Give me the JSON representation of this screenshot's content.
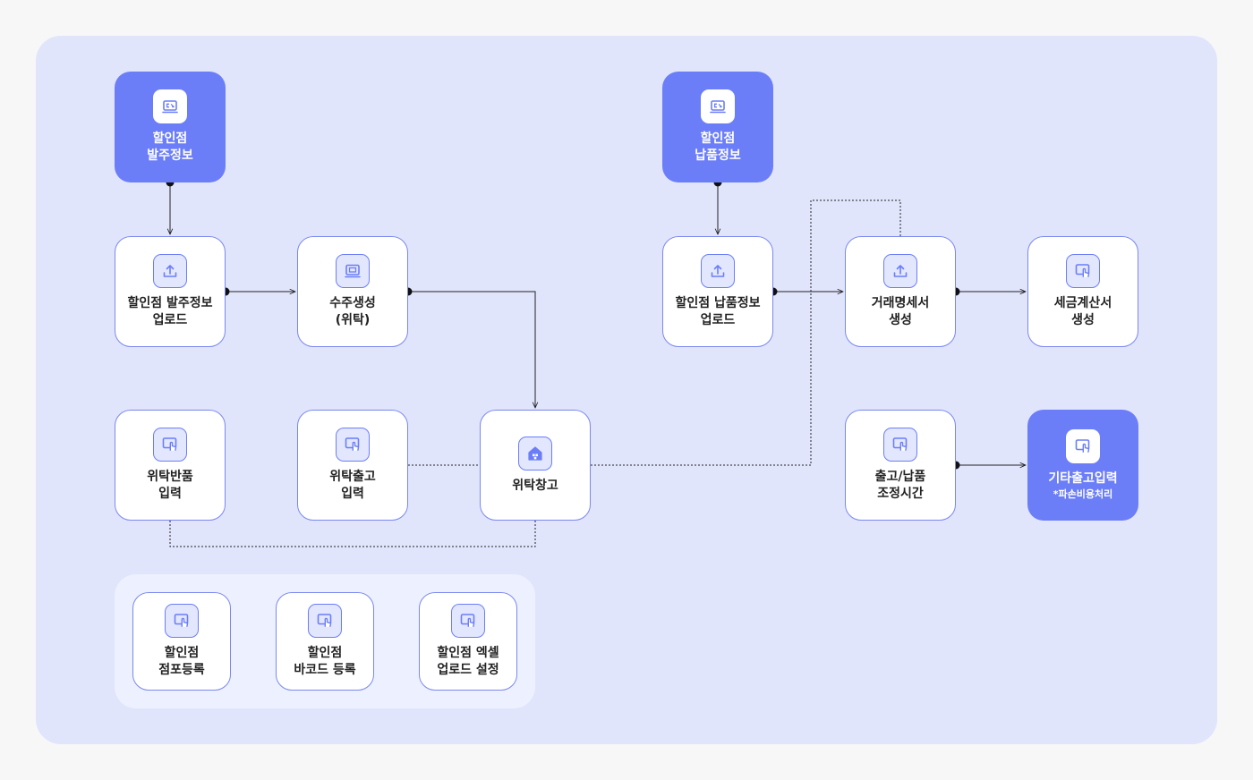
{
  "nodes": {
    "store_order_info": {
      "l1": "할인점",
      "l2": "발주정보"
    },
    "store_order_upload": {
      "l1": "할인점 발주정보",
      "l2": "업로드"
    },
    "order_create": {
      "l1": "수주생성",
      "l2": "(위탁)"
    },
    "store_delivery_info": {
      "l1": "할인점",
      "l2": "납품정보"
    },
    "store_delivery_upload": {
      "l1": "할인점 납품정보",
      "l2": "업로드"
    },
    "statement_create": {
      "l1": "거래명세서",
      "l2": "생성"
    },
    "tax_invoice_create": {
      "l1": "세금계산서",
      "l2": "생성"
    },
    "consign_return": {
      "l1": "위탁반품",
      "l2": "입력"
    },
    "consign_release": {
      "l1": "위탁출고",
      "l2": "입력"
    },
    "consign_warehouse": {
      "l1": "위탁창고"
    },
    "release_time_adjust": {
      "l1": "출고/납품",
      "l2": "조정시간"
    },
    "etc_release": {
      "l1": "기타출고입력",
      "l2": "*파손비용처리"
    },
    "store_register": {
      "l1": "할인점",
      "l2": "점포등록"
    },
    "store_barcode": {
      "l1": "할인점",
      "l2": "바코드 등록"
    },
    "store_excel": {
      "l1": "할인점 엑셀",
      "l2": "업로드 설정"
    }
  },
  "colors": {
    "accent": "#6b7ef8",
    "background": "#e0e5fc",
    "node_border": "#7b88f0",
    "connector": "#222222"
  },
  "icons": {
    "store_order_info": "laptop-icon",
    "store_delivery_info": "laptop-icon",
    "store_order_upload": "upload-icon",
    "store_delivery_upload": "upload-icon",
    "statement_create": "upload-icon",
    "order_create": "monitor-icon",
    "consign_warehouse": "warehouse-icon",
    "input_nodes": "touch-screen-icon"
  }
}
